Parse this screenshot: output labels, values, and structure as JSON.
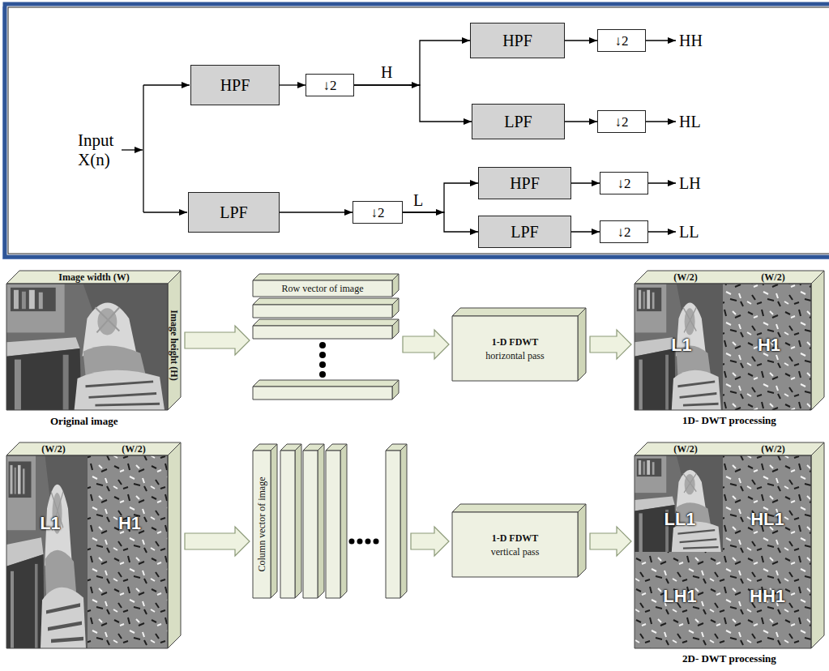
{
  "diagram": {
    "nodes": [
      {
        "text": [
          "HPF"
        ]
      },
      {
        "text": [
          "↓2"
        ]
      },
      {
        "text": [
          "LPF"
        ]
      },
      {
        "text": [
          "↓2"
        ]
      },
      {
        "text": [
          "HPF"
        ]
      },
      {
        "text": [
          "↓2"
        ]
      },
      {
        "text": [
          "LPF"
        ]
      },
      {
        "text": [
          "↓2"
        ]
      },
      {
        "text": [
          "HPF"
        ]
      },
      {
        "text": [
          "↓2"
        ]
      },
      {
        "text": [
          "LPF"
        ]
      },
      {
        "text": [
          "↓2"
        ]
      },
      {
        "text": [
          "Image width (W)",
          "Image height (H)"
        ]
      },
      {
        "text": [
          "Row vector of image"
        ]
      },
      {
        "text": [
          "1-D FDWT",
          "horizontal pass"
        ]
      },
      {
        "text": [
          "(W/2)",
          "(W/2)",
          "L1",
          "H1"
        ]
      },
      {
        "text": [
          "(W/2)",
          "(W/2)",
          "L1",
          "H1"
        ]
      },
      {
        "text": [
          "Column vector of image"
        ]
      },
      {
        "text": [
          "1-D FDWT",
          "vertical pass"
        ]
      },
      {
        "text": [
          "(W/2)",
          "(W/2)",
          "LL1",
          "HL1",
          "LH1",
          "HH1"
        ]
      }
    ],
    "edges": [
      {
        "from": 0,
        "to": 1,
        "arrow": "to"
      },
      {
        "from": 2,
        "to": 3,
        "arrow": "to"
      },
      {
        "from": 1,
        "to": 4,
        "arrow": "to"
      },
      {
        "from": 1,
        "to": 6,
        "arrow": "to"
      },
      {
        "from": 3,
        "to": 8,
        "arrow": "to"
      },
      {
        "from": 3,
        "to": 10,
        "arrow": "to"
      },
      {
        "from": 4,
        "to": 5,
        "arrow": "to"
      },
      {
        "from": 6,
        "to": 7,
        "arrow": "to"
      },
      {
        "from": 8,
        "to": 9,
        "arrow": "to"
      },
      {
        "from": 10,
        "to": 11,
        "arrow": "to"
      },
      {
        "from": 12,
        "to": 13,
        "arrow": "to"
      },
      {
        "from": 13,
        "to": 14,
        "arrow": "to"
      },
      {
        "from": 14,
        "to": 15,
        "arrow": "to"
      },
      {
        "from": 16,
        "to": 17,
        "arrow": "to"
      },
      {
        "from": 17,
        "to": 18,
        "arrow": "to"
      },
      {
        "from": 18,
        "to": 19,
        "arrow": "to"
      }
    ],
    "labels": [
      "Input X(n)",
      "H",
      "L",
      "HH",
      "HL",
      "LH",
      "LL",
      "Original image",
      "1D- DWT processing",
      "2D- DWT processing"
    ]
  }
}
